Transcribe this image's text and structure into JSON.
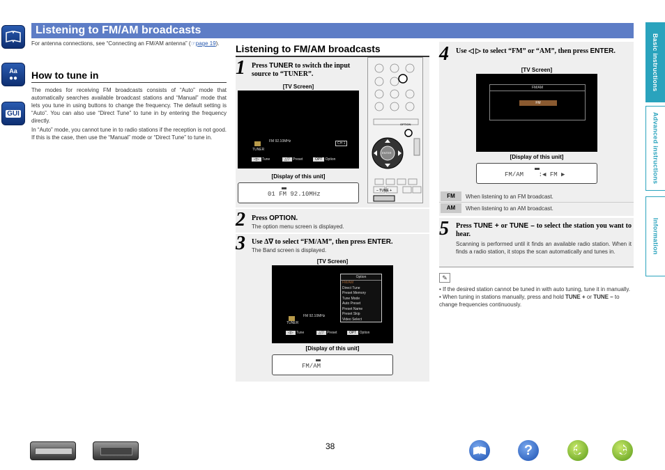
{
  "sidebar_left": [
    {
      "name": "contents-icon",
      "label": ""
    },
    {
      "name": "index-icon",
      "label": "Aa"
    },
    {
      "name": "gui-icon",
      "label": "GUI"
    }
  ],
  "tabs": [
    {
      "label": "Basic instructions"
    },
    {
      "label": "Advanced instructions"
    },
    {
      "label": "Information"
    }
  ],
  "title": "Listening to FM/AM broadcasts",
  "intro": {
    "text_a": "For antenna connections, see “Connecting an FM/AM antenna” (",
    "link": "page 19",
    "text_b": ")."
  },
  "how_to_tune": {
    "heading": "How to tune in",
    "p1": "The modes for receiving FM broadcasts consists of “Auto” mode that automatically searches available broadcast stations and “Manual” mode that lets you tune in using buttons to change the frequency. The default setting is “Auto”. You can also use “Direct Tune” to tune in by entering the frequency directly.",
    "p2": "In “Auto” mode, you cannot tune in to radio stations if the reception is not good. If this is the case, then use the “Manual” mode or “Direct Tune” to tune in."
  },
  "mid_heading": "Listening to FM/AM broadcasts",
  "step1": {
    "num": "1",
    "a": "Press ",
    "key": "TUNER",
    "b": " to switch the input source to “TUNER”.",
    "tv_label": "[TV Screen]",
    "tv_freq": "FM  92.10MHz",
    "tv_ch": "CH 1",
    "tv_source": "TUNER",
    "tv_btn1": "Tune",
    "tv_btn2": "Preset",
    "tv_btn3": "Option",
    "display_label": "[Display of this unit]",
    "display_text": "01 FM  92.10MHz"
  },
  "remote": {
    "labels": [
      "OPTION",
      "ENTER",
      "TUNE"
    ],
    "tune_text": "– TUNE +"
  },
  "step2": {
    "num": "2",
    "a": "Press ",
    "key": "OPTION",
    "b": ".",
    "sub": "The option menu screen is displayed."
  },
  "step3": {
    "num": "3",
    "a": "Use Δ∇ to select “FM/AM”, then press ",
    "key": "ENTER",
    "b": ".",
    "sub": "The Band screen is displayed.",
    "tv_label": "[TV Screen]",
    "menu_title": "Option",
    "menu_items": [
      "FM/AM",
      "Direct Tune",
      "Preset Memory",
      "Tune Mode",
      "Auto Preset",
      "Preset Name",
      "Preset Skip",
      "Video Select"
    ],
    "tv_freq": "FM  92.10MHz",
    "tv_source": "TUNER",
    "tv_btn1": "Tune",
    "tv_btn2": "Preset",
    "tv_btn3": "Option",
    "display_label": "[Display of this unit]",
    "display_text": "FM/AM"
  },
  "step4": {
    "num": "4",
    "a": "Use ◁ ▷ to select “FM” or “AM”, then press ",
    "key": "ENTER",
    "b": ".",
    "tv_label": "[TV Screen]",
    "band_title": "FM/AM",
    "band_value": "FM",
    "display_label": "[Display of this unit]",
    "display_text": "FM/AM    :◀ FM ▶",
    "rows": [
      {
        "tag": "FM",
        "text": "When listening to an FM broadcast."
      },
      {
        "tag": "AM",
        "text": "When listening to an AM broadcast."
      }
    ]
  },
  "step5": {
    "num": "5",
    "a": "Press ",
    "key1": "TUNE +",
    "mid": " or ",
    "key2": "TUNE –",
    "b": " to select the station you want to hear.",
    "sub": "Scanning is performed until it finds an available radio station. When it finds a radio station, it stops the scan automatically and tunes in."
  },
  "notes": [
    {
      "a": "If the desired station cannot be tuned in with auto tuning, tune it in manually.",
      "key1": "",
      "mid": "",
      "key2": "",
      "b": ""
    },
    {
      "a": "When tuning in stations manually, press and hold ",
      "key1": "TUNE +",
      "mid": " or ",
      "key2": "TUNE –",
      "b": " to change frequencies continuously."
    }
  ],
  "page_number": "38",
  "bottom_icons": [
    "front-panel-icon",
    "display-icon",
    "contents-icon",
    "help-icon",
    "back-icon",
    "forward-icon"
  ]
}
